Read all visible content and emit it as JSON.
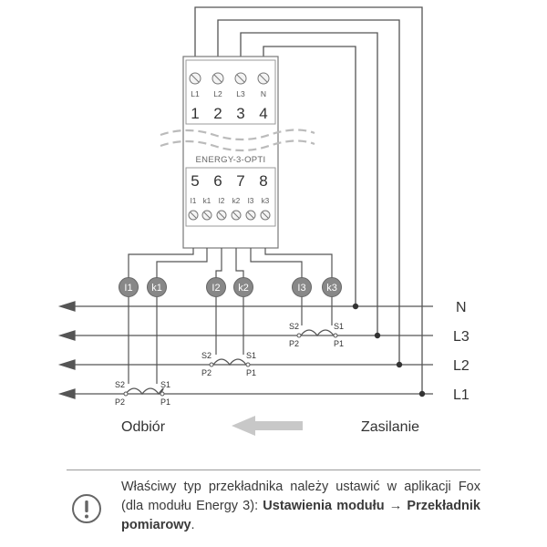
{
  "module": {
    "name": "ENERGY-3-OPTI",
    "top_labels": [
      "L1",
      "L2",
      "L3",
      "N"
    ],
    "top_numbers": [
      "1",
      "2",
      "3",
      "4"
    ],
    "bottom_numbers": [
      "5",
      "6",
      "7",
      "8"
    ],
    "bottom_labels": [
      "I1",
      "k1",
      "I2",
      "k2",
      "I3",
      "k3"
    ]
  },
  "circle_labels": [
    "I1",
    "k1",
    "I2",
    "k2",
    "I3",
    "k3"
  ],
  "lines": [
    "N",
    "L3",
    "L2",
    "L1"
  ],
  "transformer": {
    "s2": "S2",
    "s1": "S1",
    "p2": "P2",
    "p1": "P1"
  },
  "directions": {
    "left": "Odbiór",
    "right": "Zasilanie"
  },
  "note": {
    "part1": "Właściwy typ przekładnika należy ustawić w aplikacji Fox (dla modułu Energy 3): ",
    "strong1": "Ustawienia modułu",
    "arrow": " → ",
    "strong2": "Przekładnik pomiarowy",
    "end": "."
  },
  "colors": {
    "stroke": "#555555",
    "circle_fill": "#888888",
    "arrow_gray": "#c8c8c8",
    "text": "#333333"
  }
}
